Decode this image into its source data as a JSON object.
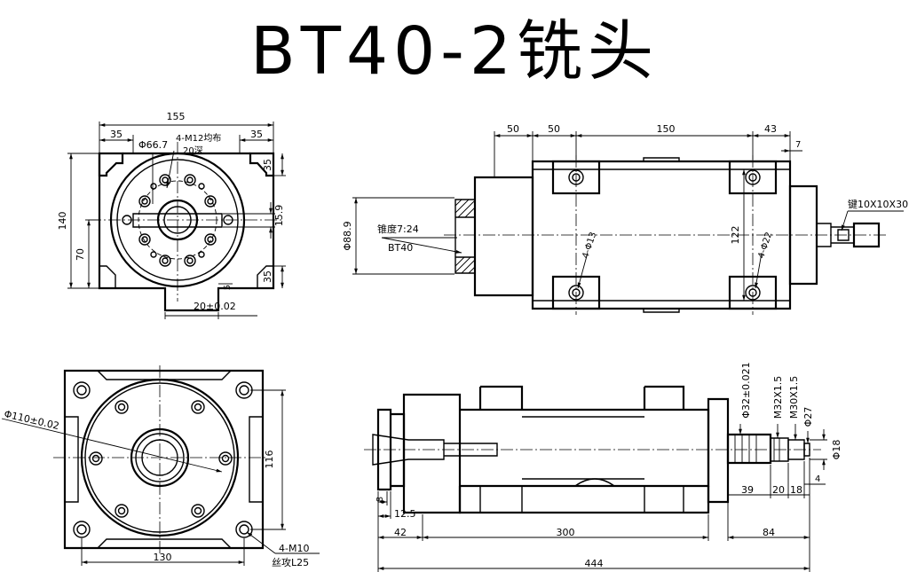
{
  "title": "BT40-2铣头",
  "views": {
    "front_top": {
      "width": "155",
      "left_offset": "35",
      "right_offset": "35",
      "bore_dia": "Φ66.7",
      "bolt_note_1": "4-M12均布",
      "bolt_note_2": "20深",
      "height": "140",
      "half_height": "70",
      "top_offset": "35",
      "bottom_offset": "35",
      "slot_width": "15.9",
      "key_depth": "5",
      "key_width": "20±0.02"
    },
    "side_top": {
      "dim_a": "50",
      "dim_b": "50",
      "dim_c": "150",
      "dim_d": "43",
      "dim_e": "7",
      "dia": "Φ88.9",
      "taper": "锥度7:24",
      "taper_std": "BT40",
      "hole_small": "4-Φ13",
      "hole_large": "4-Φ22",
      "center": "122",
      "key": "键10X10X30"
    },
    "flange_bottom": {
      "pcd": "Φ110±0.02",
      "height": "116",
      "width": "130",
      "tap_note_1": "4-M10",
      "tap_note_2": "丝攻L25"
    },
    "section_bottom": {
      "shaft_dia": "Φ32±0.021",
      "thread_1": "M32X1.5",
      "thread_2": "M30X1.5",
      "dia_27": "Φ27",
      "dia_18": "Φ18",
      "d_39": "39",
      "d_20": "20",
      "d_18": "18",
      "d_4": "4",
      "d_8": "8",
      "d_12_5": "12.5",
      "d_42": "42",
      "d_300": "300",
      "d_84": "84",
      "d_444": "444"
    }
  }
}
